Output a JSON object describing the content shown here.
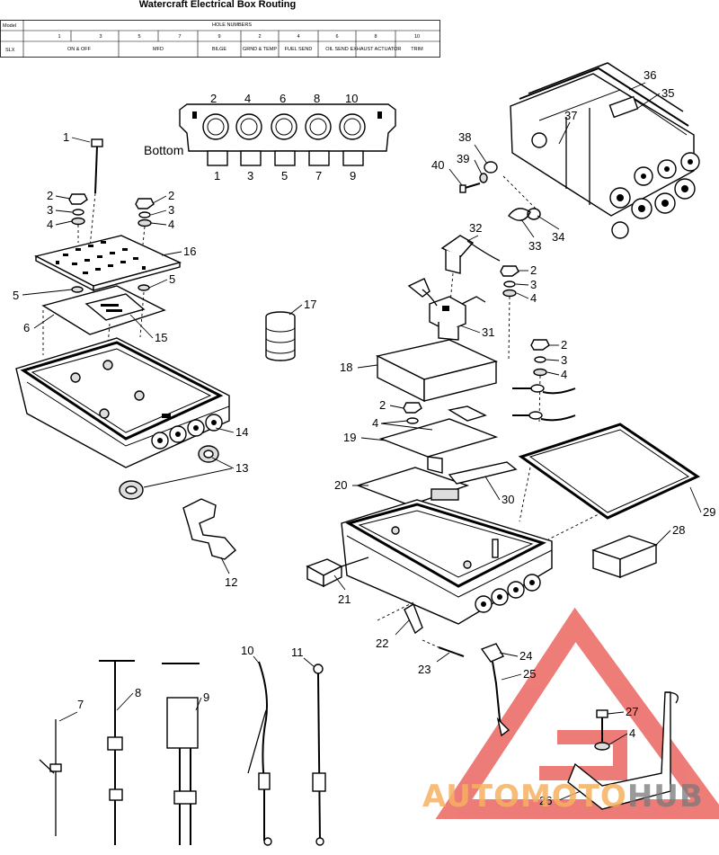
{
  "title": "Watercraft Electrical Box Routing",
  "table": {
    "model_header": "Model",
    "group_header": "HOLE NUMBERS",
    "hole_numbers": [
      "1",
      "3",
      "5",
      "7",
      "9",
      "2",
      "4",
      "6",
      "8",
      "10"
    ],
    "model_name": "SLX",
    "functions": [
      "ON & OFF",
      "MFD",
      "BILGE",
      "GRND & TEMP",
      "FUEL SEND",
      "OIL SEND",
      "EXHAUST ACTUATOR",
      "TRIM"
    ]
  },
  "bottom_label": "Bottom",
  "bottom_top_numbers": [
    "2",
    "4",
    "6",
    "8",
    "10"
  ],
  "bottom_bottom_numbers": [
    "1",
    "3",
    "5",
    "7",
    "9"
  ],
  "callouts": {
    "c1": "1",
    "c2a": "2",
    "c3a": "3",
    "c4a": "4",
    "c2b": "2",
    "c3b": "3",
    "c4b": "4",
    "c5a": "5",
    "c5b": "5",
    "c6": "6",
    "c15": "15",
    "c16": "16",
    "c17": "17",
    "c14": "14",
    "c13": "13",
    "c12": "12",
    "c32": "32",
    "c2c": "2",
    "c3c": "3",
    "c4c": "4",
    "c31": "31",
    "c18": "18",
    "c2d": "2",
    "c3d": "3",
    "c4d": "4",
    "c2e": "2",
    "c4e": "4",
    "c19": "19",
    "c20": "20",
    "c30": "30",
    "c29": "29",
    "c28": "28",
    "c21": "21",
    "c22": "22",
    "c23": "23",
    "c36": "36",
    "c35": "35",
    "c37": "37",
    "c38": "38",
    "c39": "39",
    "c40": "40",
    "c33": "33",
    "c34": "34",
    "c7": "7",
    "c8": "8",
    "c9": "9",
    "c10": "10",
    "c11": "11",
    "c24": "24",
    "c25": "25",
    "c27": "27",
    "c4f": "4",
    "c26": "26"
  },
  "watermark": {
    "part1": "AUTOMOTO",
    "part2": "HUB"
  },
  "colors": {
    "ink": "#000000",
    "watermark_red": "#e8504a",
    "watermark_orange": "#f4b060",
    "watermark_gray": "#808080"
  }
}
